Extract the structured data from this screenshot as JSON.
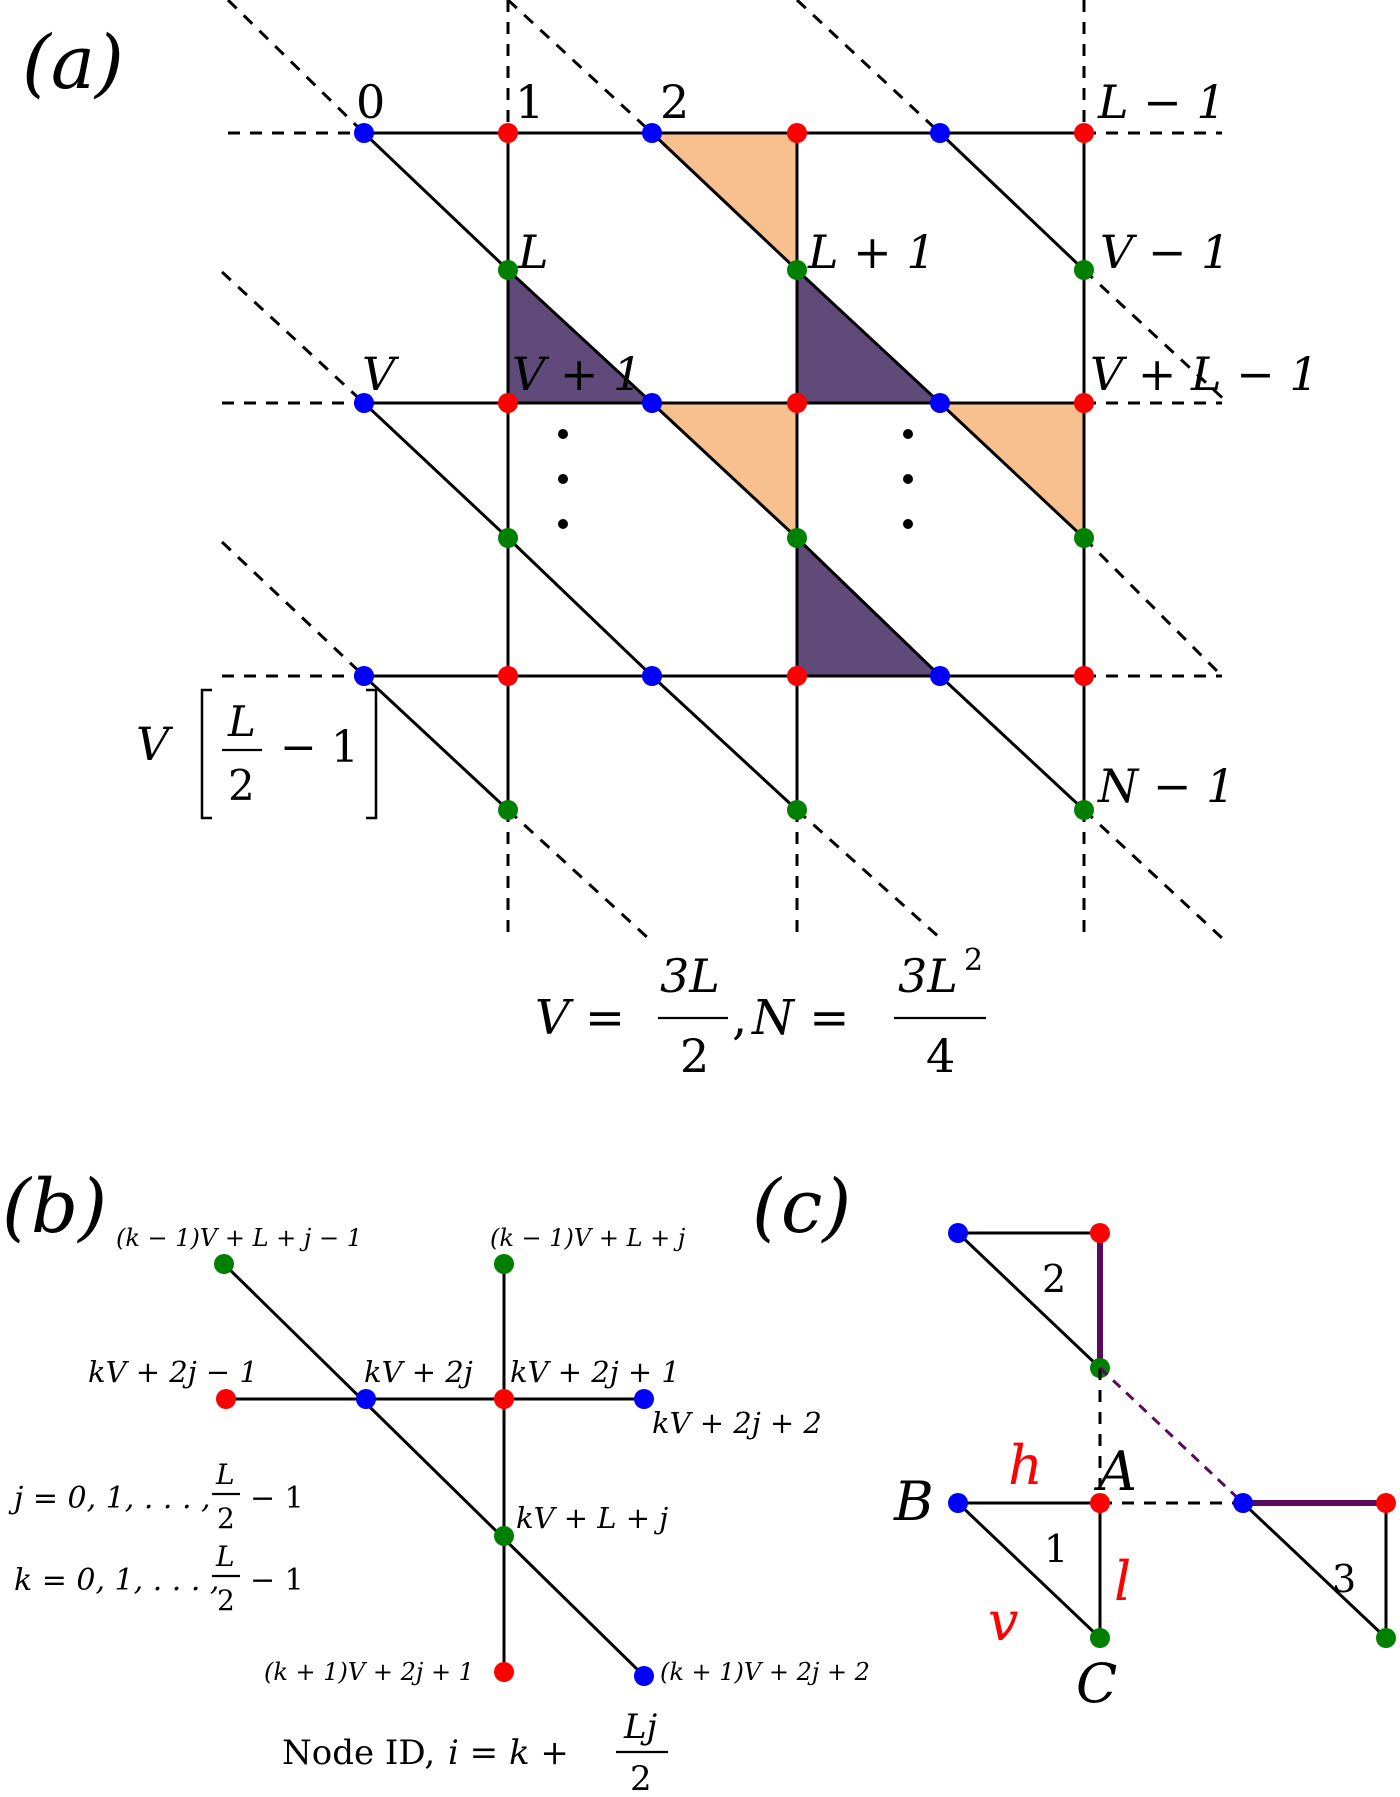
{
  "colors": {
    "blue_node": "#0000ff",
    "red_node": "#ff0000",
    "green_node": "#008000",
    "orange_fill": "#f8c08f",
    "purple_fill": "#5f4a7a",
    "purple_edge": "#5a0a5a",
    "label_red": "#ff0000"
  },
  "panel_a": {
    "panel_label": "(a)",
    "node_labels": {
      "n0": "0",
      "n1": "1",
      "n2": "2",
      "n_l_minus_1": "L − 1",
      "n_l": "L",
      "n_l_plus_1": "L + 1",
      "n_v_minus_1": "V − 1",
      "n_v": "V",
      "n_v_plus_1": "V + 1",
      "n_v_plus_l_minus_1": "V + L − 1",
      "n_n_minus_1": "N − 1",
      "row_label_prefix": "V",
      "row_label_frac_num": "L",
      "row_label_frac_den": "2",
      "row_label_suffix": "− 1"
    },
    "formula": {
      "v_lhs": "V =",
      "v_num": "3L",
      "v_den": "2",
      "sep": ",",
      "n_lhs": "N =",
      "n_num_base": "3L",
      "n_num_exp": "2",
      "n_den": "4"
    }
  },
  "panel_b": {
    "panel_label": "(b)",
    "labels": {
      "upper_left": "(k − 1)V + L + j − 1",
      "upper_right": "(k − 1)V + L + j",
      "left": "kV + 2j − 1",
      "center_blue": "kV + 2j",
      "center_red": "kV + 2j + 1",
      "right": "kV + 2j + 2",
      "center_green": "kV + L + j",
      "lower_left": "(k + 1)V + 2j + 1",
      "lower_right": "(k + 1)V + 2j + 2"
    },
    "ranges": {
      "j_prefix": "j = 0, 1, . . . ,",
      "k_prefix": "k = 0, 1, . . . ,",
      "frac_num": "L",
      "frac_den": "2",
      "suffix": "− 1"
    },
    "node_id": {
      "prefix": "Node ID,",
      "eq": "i = k +",
      "frac_num": "Lj",
      "frac_den": "2"
    }
  },
  "panel_c": {
    "panel_label": "(c)",
    "triangle_numbers": [
      "2",
      "1",
      "3"
    ],
    "vertex_labels": {
      "a": "A",
      "b": "B",
      "c": "C"
    },
    "edge_labels": {
      "h": "h",
      "v": "v",
      "l": "l"
    }
  }
}
